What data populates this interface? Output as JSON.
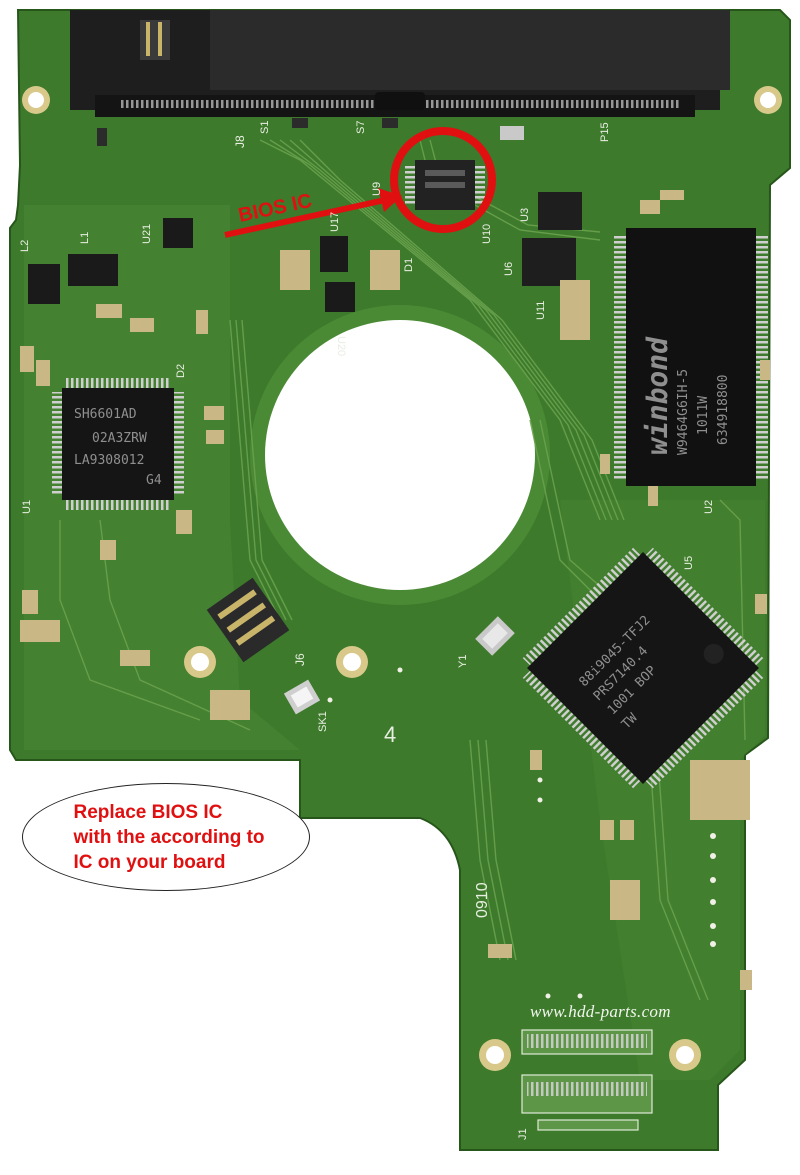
{
  "annotations": {
    "bios_label": "BIOS IC",
    "note_lines": [
      "Replace BIOS IC",
      "with the according to",
      "IC on your board"
    ]
  },
  "watermark": "www.hdd-parts.com",
  "chips": {
    "controller": [
      "SH6601AD",
      "02A3ZRW",
      "LA9308012",
      "G4"
    ],
    "ram": [
      "winbond",
      "W9464G6IH-5",
      "1011W",
      "634918800"
    ],
    "main_ic": [
      "88i9045-TFJ2",
      "PRS7140.4",
      "1001 BOP",
      "TW"
    ]
  },
  "board_marks": [
    "0910",
    "4",
    "J8",
    "J6",
    "J1",
    "U1",
    "U2",
    "U3",
    "U5",
    "U6",
    "U9",
    "U10",
    "U11",
    "U17",
    "U20",
    "U21",
    "Y1",
    "SK1",
    "L1",
    "L2",
    "D1",
    "D2",
    "P15",
    "S1",
    "S7"
  ],
  "colors": {
    "pcb": "#3f7a2c",
    "pcb_dark": "#2f6221",
    "trace": "#6aa24e",
    "connector": "#1c1c1c",
    "highlight": "#e01010"
  }
}
